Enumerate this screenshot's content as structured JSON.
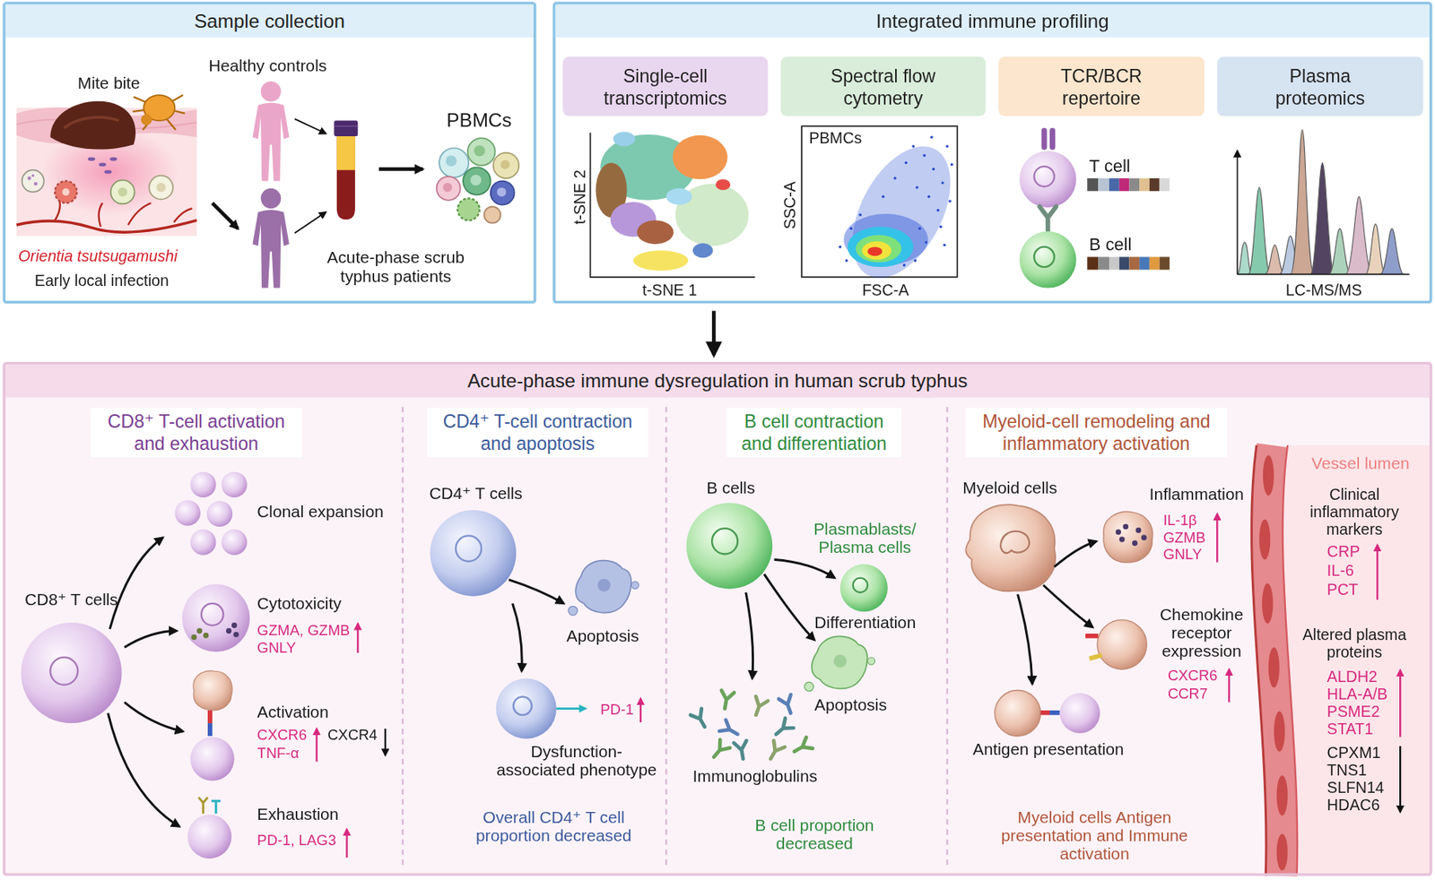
{
  "diagram": {
    "nodes": [
      {
        "text": [
          "Sample collection"
        ]
      },
      {
        "text": [
          "Integrated immune profiling"
        ]
      },
      {
        "text": [
          "Single-cell transcriptomics"
        ],
        "in": 1
      },
      {
        "text": [
          "Spectral flow cytometry"
        ],
        "in": 1
      },
      {
        "text": [
          "TCR/BCR repertoire"
        ],
        "in": 1
      },
      {
        "text": [
          "Plasma proteomics"
        ],
        "in": 1
      },
      {
        "text": [
          "Acute-phase immune dysregulation in human scrub typhus"
        ]
      }
    ],
    "edges": [
      {
        "from": 1,
        "to": 6,
        "arrow": "to"
      }
    ],
    "labels": [
      "Mite bite",
      "Healthy controls",
      "PBMCs",
      "Orientia tsutsugamushi",
      "Early local infection",
      "Acute-phase scrub typhus patients",
      "t-SNE 2",
      "t-SNE 1",
      "PBMCs",
      "SSC-A",
      "FSC-A",
      "T cell",
      "B cell",
      "LC-MS/MS",
      "CD8⁺ T-cell activation and exhaustion",
      "Clonal expansion",
      "CD8⁺ T cells",
      "Cytotoxicity",
      "GZMA, GZMB",
      "GNLY",
      "Activation",
      "CXCR6",
      "CXCR4",
      "TNF-α",
      "Exhaustion",
      "PD-1, LAG3",
      "CD4⁺ T-cell contraction and apoptosis",
      "CD4⁺ T cells",
      "Apoptosis",
      "PD-1",
      "Dysfunction-associated phenotype",
      "Overall CD4⁺ T cell proportion decreased",
      "B cell contraction and differentiation",
      "B cells",
      "Plasmablasts/ Plasma cells",
      "Differentiation",
      "Apoptosis",
      "Immunoglobulins",
      "B cell proportion decreased",
      "Myeloid-cell remodeling and inflammatory activation",
      "Myeloid cells",
      "Inflammation",
      "IL-1β",
      "GZMB",
      "GNLY",
      "Chemokine receptor expression",
      "CXCR6",
      "CCR7",
      "Antigen presentation",
      "Myeloid cells Antigen presentation and Immune activation",
      "Vessel lumen",
      "Clinical inflammatory markers",
      "CRP",
      "IL-6",
      "PCT",
      "Altered plasma proteins",
      "ALDH2",
      "HLA-A/B",
      "PSME2",
      "STAT1",
      "CPXM1",
      "TNS1",
      "SLFN14",
      "HDAC6"
    ]
  }
}
